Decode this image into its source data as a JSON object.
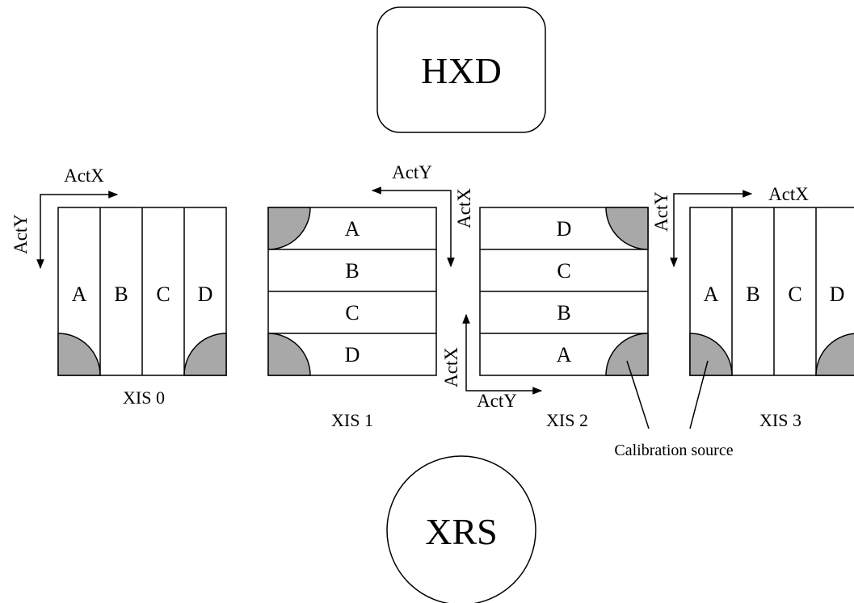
{
  "hxd": {
    "label": "HXD"
  },
  "xrs": {
    "label": "XRS"
  },
  "xis0": {
    "caption": "XIS 0",
    "segments": [
      "A",
      "B",
      "C",
      "D"
    ],
    "axis_x": "ActX",
    "axis_y": "ActY"
  },
  "xis1": {
    "caption": "XIS 1",
    "segments": [
      "A",
      "B",
      "C",
      "D"
    ],
    "axis_x": "ActX",
    "axis_y": "ActY"
  },
  "xis2": {
    "caption": "XIS 2",
    "segments": [
      "D",
      "C",
      "B",
      "A"
    ],
    "axis_x": "ActX",
    "axis_y": "ActY"
  },
  "xis3": {
    "caption": "XIS 3",
    "segments": [
      "A",
      "B",
      "C",
      "D"
    ],
    "axis_x": "ActX",
    "axis_y": "ActY"
  },
  "calibration": {
    "label": "Calibration source"
  },
  "colors": {
    "corner_fill": "#a8a8a8",
    "stroke": "#000000"
  }
}
